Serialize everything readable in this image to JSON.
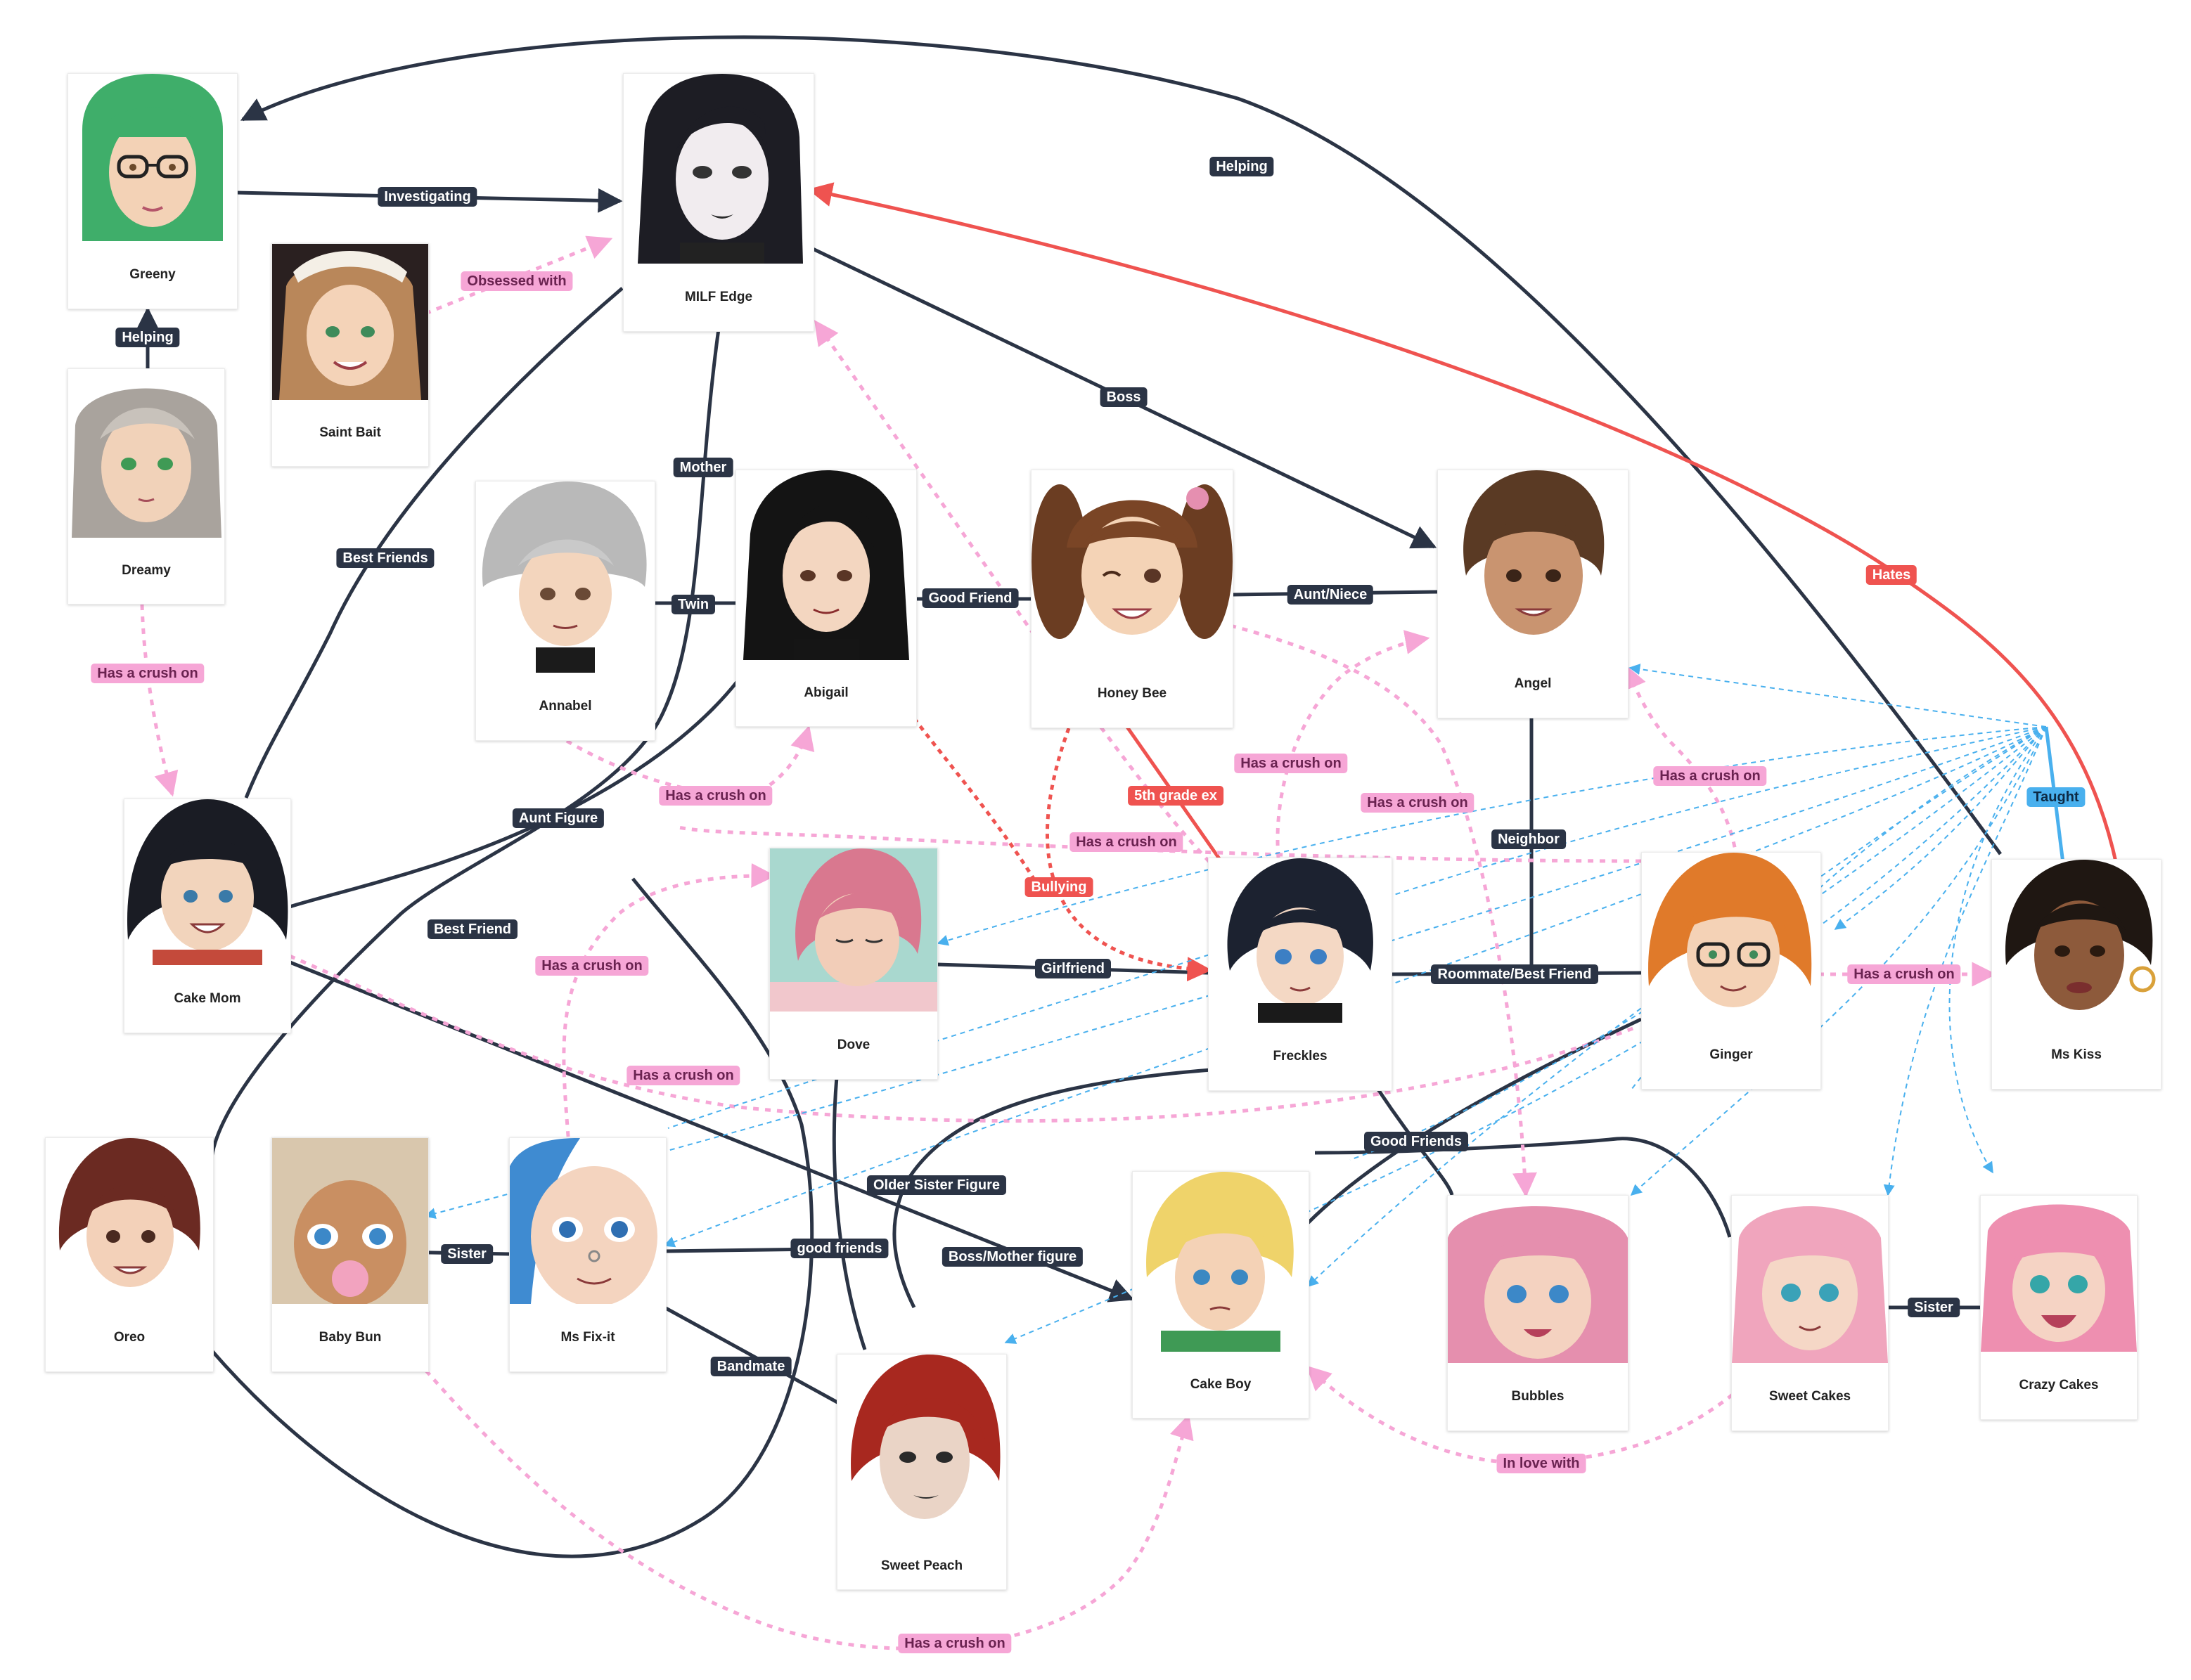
{
  "characters": {
    "greeny": "Greeny",
    "milf_edge": "MILF Edge",
    "saint_bait": "Saint Bait",
    "dreamy": "Dreamy",
    "annabel": "Annabel",
    "abigail": "Abigail",
    "honey_bee": "Honey Bee",
    "angel": "Angel",
    "cake_mom": "Cake Mom",
    "dove": "Dove",
    "freckles": "Freckles",
    "ginger": "Ginger",
    "ms_kiss": "Ms Kiss",
    "oreo": "Oreo",
    "baby_bun": "Baby Bun",
    "ms_fixit": "Ms Fix-it",
    "sweet_peach": "Sweet Peach",
    "cake_boy": "Cake Boy",
    "bubbles": "Bubbles",
    "sweet_cakes": "Sweet Cakes",
    "crazy_cakes": "Crazy Cakes"
  },
  "relations": {
    "investigating": "Investigating",
    "helping_top": "Helping",
    "helping_dreamy": "Helping",
    "obsessed_with": "Obsessed with",
    "hates": "Hates",
    "boss": "Boss",
    "mother": "Mother",
    "best_friends": "Best Friends",
    "twin": "Twin",
    "good_friend": "Good Friend",
    "aunt_niece": "Aunt/Niece",
    "has_crush_dreamy": "Has a crush on",
    "has_crush_annabel": "Has a crush on",
    "fifth_grade_ex": "5th grade ex",
    "has_crush_freckles_angel": "Has a crush on",
    "has_crush_honey_bubbles": "Has a crush on",
    "has_crush_ginger_angel": "Has a crush on",
    "taught": "Taught",
    "has_crush_to_freckles": "Has a crush on",
    "bullying": "Bullying",
    "aunt_figure": "Aunt Figure",
    "neighbor": "Neighbor",
    "best_friend": "Best Friend",
    "has_crush_fixit_dove": "Has a crush on",
    "girlfriend": "Girlfriend",
    "roommate_best_friend": "Roommate/Best Friend",
    "has_crush_ginger_mskiss": "Has a crush on",
    "has_crush_cakemom": "Has a crush on",
    "good_friends_top": "Good Friends",
    "older_sister_figure": "Older Sister Figure",
    "sister_babybun": "Sister",
    "good_friends_fixit": "good friends",
    "boss_mother_figure": "Boss/Mother figure",
    "sister_sweetcakes": "Sister",
    "bandmate": "Bandmate",
    "in_love_with": "In love with",
    "has_crush_bottom": "Has a crush on"
  },
  "colors": {
    "dark_edge": "#2b3445",
    "crush_pink": "#f6a6d6",
    "hates_red": "#ef5350",
    "taught_blue": "#49b0ee"
  }
}
